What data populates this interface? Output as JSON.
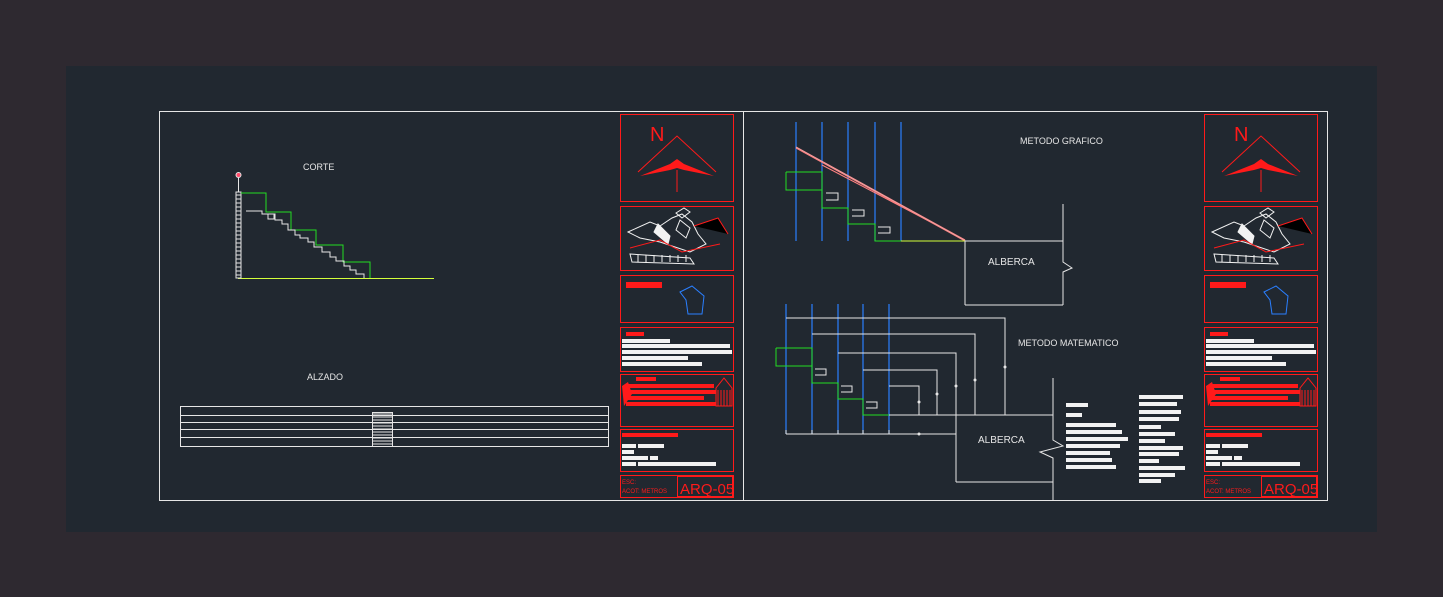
{
  "colors": {
    "frame_bg": "#2e2930",
    "drawing_bg": "#212830",
    "line_white": "#e6e6e6",
    "line_green": "#22dd22",
    "line_blue": "#2a7fff",
    "line_red": "#ff1a1a",
    "line_yellow": "#d4ff3a",
    "line_pink": "#ff8080"
  },
  "sheet_left": {
    "section_title": "CORTE",
    "elevation_title": "ALZADO"
  },
  "sheet_right": {
    "graphic_title": "METODO GRAFICO",
    "math_title": "METODO MATEMATICO",
    "pool_label_top": "ALBERCA",
    "pool_label_bottom": "ALBERCA"
  },
  "title_block": {
    "north": "N",
    "scale": "ESC:",
    "units": "ACOT: METROS",
    "sheet_code": "ARQ-05"
  }
}
